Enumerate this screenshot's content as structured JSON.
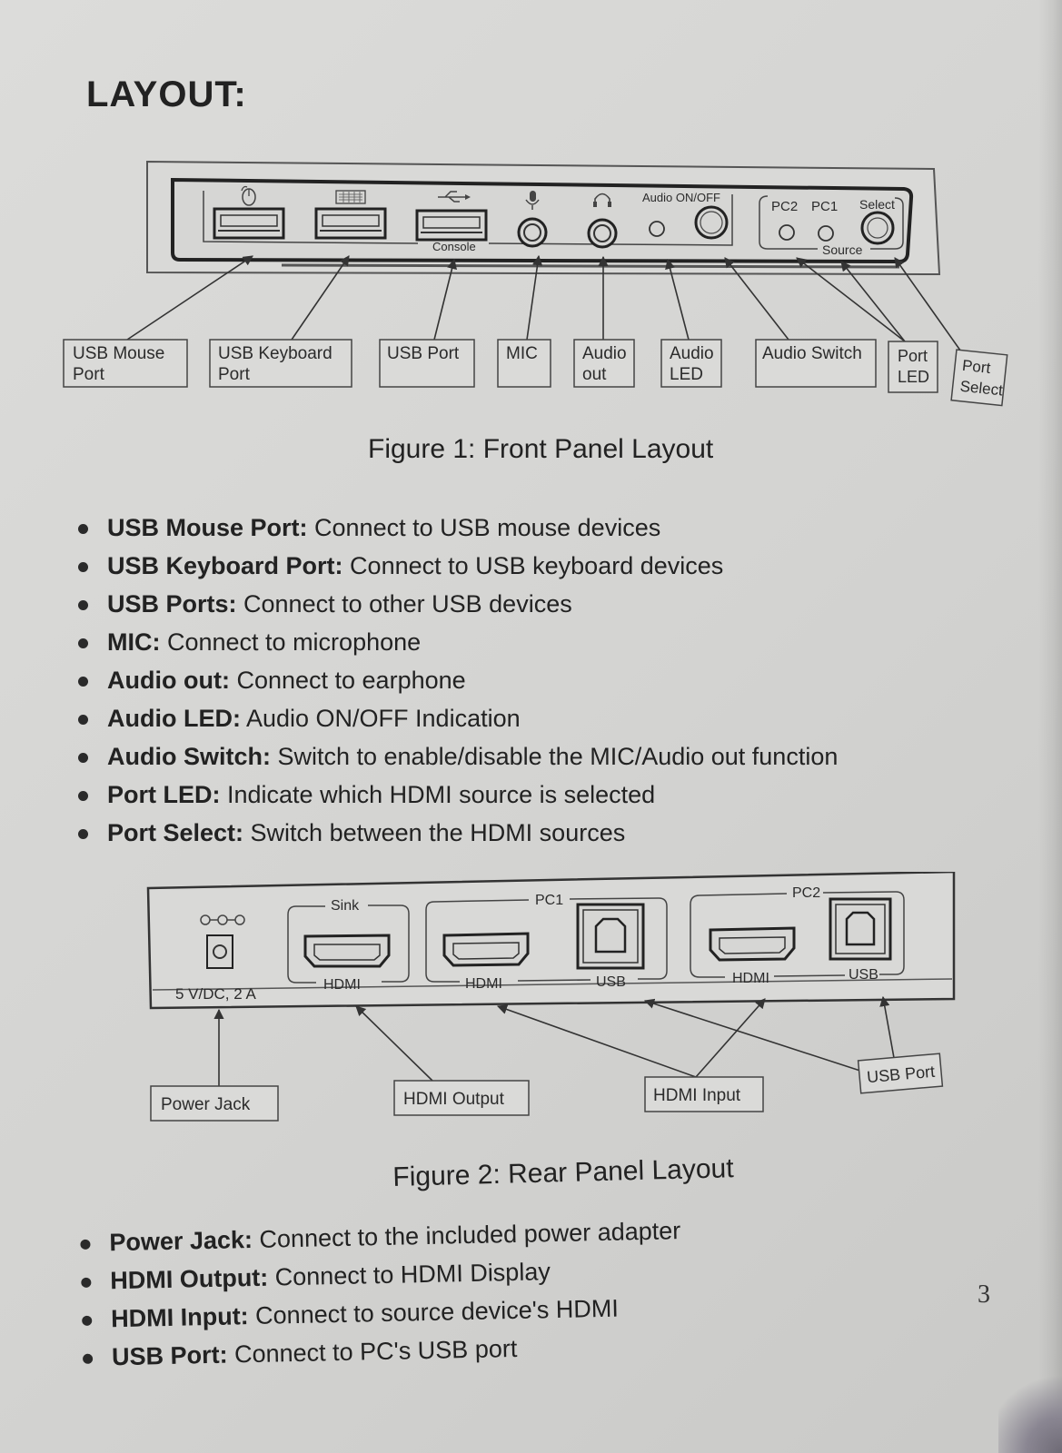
{
  "heading": "LAYOUT:",
  "figure1": {
    "caption": "Figure 1: Front Panel Layout",
    "panel_text": {
      "console": "Console",
      "audio_on_off": "Audio ON/OFF",
      "pc2": "PC2",
      "pc1": "PC1",
      "select": "Select",
      "source": "Source"
    },
    "callouts": [
      {
        "lines": [
          "USB Mouse",
          "Port"
        ]
      },
      {
        "lines": [
          "USB Keyboard",
          "Port"
        ]
      },
      {
        "lines": [
          "USB Port"
        ]
      },
      {
        "lines": [
          "MIC"
        ]
      },
      {
        "lines": [
          "Audio",
          "out"
        ]
      },
      {
        "lines": [
          "Audio",
          "LED"
        ]
      },
      {
        "lines": [
          "Audio Switch"
        ]
      },
      {
        "lines": [
          "Port",
          "LED"
        ]
      },
      {
        "lines": [
          "Port",
          "Select"
        ]
      }
    ]
  },
  "front_bullets": [
    {
      "term": "USB Mouse Port:",
      "desc": " Connect to USB mouse devices"
    },
    {
      "term": "USB Keyboard Port:",
      "desc": " Connect to USB keyboard devices"
    },
    {
      "term": "USB Ports:",
      "desc": " Connect to other USB devices"
    },
    {
      "term": "MIC:",
      "desc": " Connect to microphone"
    },
    {
      "term": "Audio out:",
      "desc": " Connect to earphone"
    },
    {
      "term": "Audio LED:",
      "desc": " Audio ON/OFF Indication"
    },
    {
      "term": "Audio Switch:",
      "desc": " Switch to enable/disable the MIC/Audio out function"
    },
    {
      "term": "Port LED:",
      "desc": " Indicate which HDMI source is selected"
    },
    {
      "term": "Port Select:",
      "desc": " Switch between the HDMI sources"
    }
  ],
  "figure2": {
    "caption": "Figure 2: Rear Panel Layout",
    "panel_text": {
      "sink": "Sink",
      "pc1": "PC1",
      "pc2": "PC2",
      "hdmi": "HDMI",
      "usb": "USB",
      "power_rating": "5 V/DC, 2 A"
    },
    "callouts": [
      {
        "lines": [
          "Power Jack"
        ]
      },
      {
        "lines": [
          "HDMI Output"
        ]
      },
      {
        "lines": [
          "HDMI Input"
        ]
      },
      {
        "lines": [
          "USB Port"
        ]
      }
    ]
  },
  "rear_bullets": [
    {
      "term": "Power Jack:",
      "desc": " Connect to the included power adapter"
    },
    {
      "term": "HDMI Output:",
      "desc": " Connect to HDMI Display"
    },
    {
      "term": "HDMI Input:",
      "desc": " Connect to source device's HDMI"
    },
    {
      "term": "USB Port:",
      "desc": " Connect to PC's USB port"
    }
  ],
  "page_number": "3"
}
